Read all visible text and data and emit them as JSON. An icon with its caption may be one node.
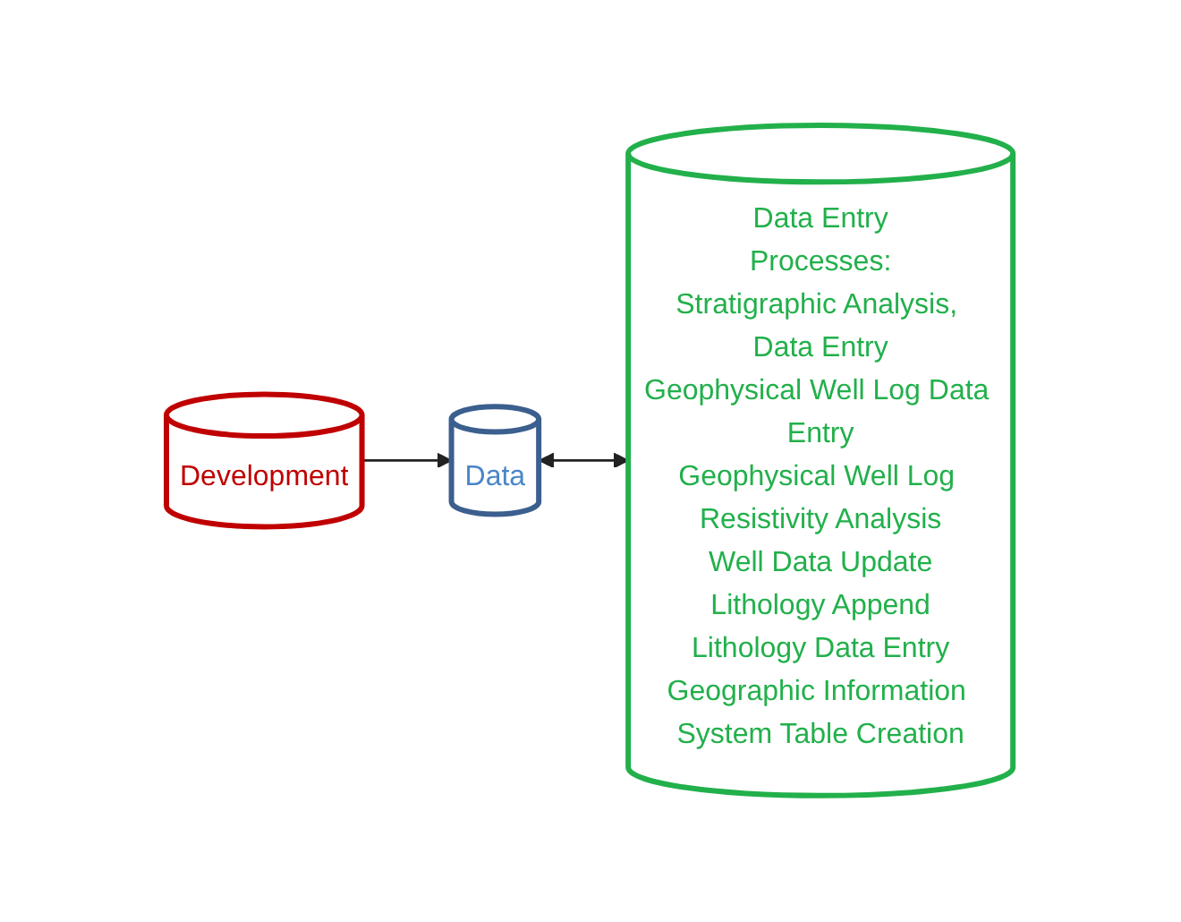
{
  "diagram": {
    "nodes": [
      {
        "text": [
          "Data"
        ]
      },
      {
        "text": [
          "Data Entry",
          "Processes:",
          "Stratigraphic Analysis, Data Entry",
          "Geophysical Well Log Data Entry",
          "Geophysical Well Log Resistivity Analysis",
          "Well Data Update",
          "Lithology Append",
          "Lithology Data Entry",
          "Geographic Information System Table Creation"
        ]
      },
      {
        "text": [
          "Development"
        ]
      }
    ],
    "edges": [
      {
        "from": 0,
        "to": 1,
        "arrow": "both"
      },
      {
        "from": 2,
        "to": 0,
        "arrow": "to"
      }
    ]
  }
}
